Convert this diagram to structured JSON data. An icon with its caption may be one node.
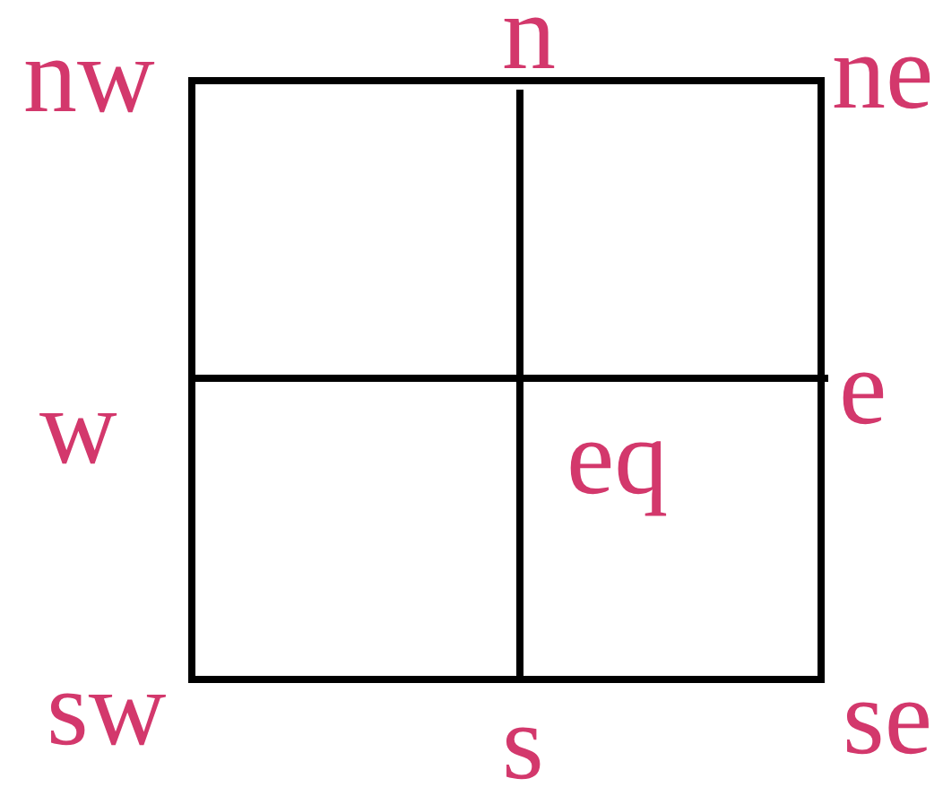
{
  "diagram": {
    "labels": [
      "nw",
      "n",
      "ne",
      "w",
      "e",
      "eq",
      "sw",
      "s",
      "se"
    ]
  }
}
